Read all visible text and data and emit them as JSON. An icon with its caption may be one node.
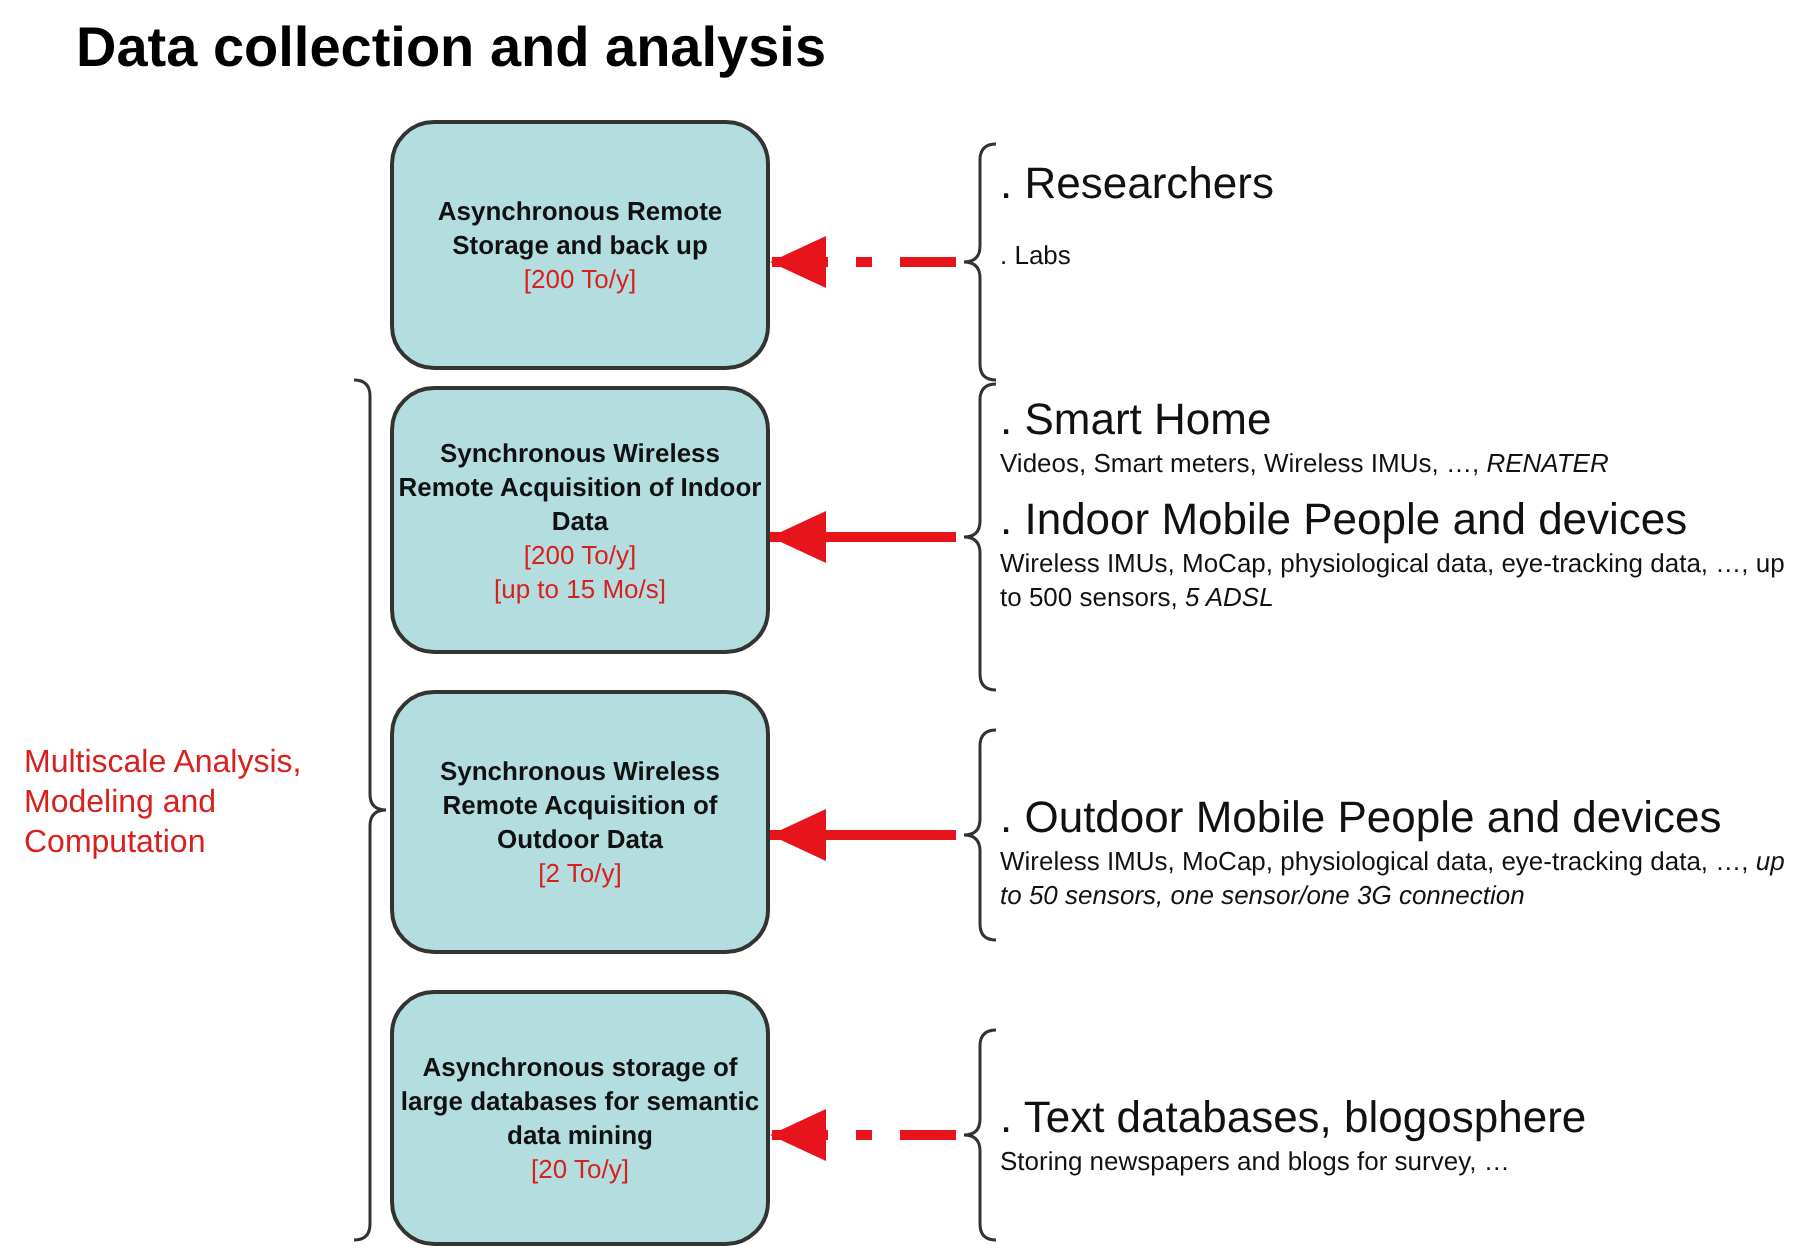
{
  "diagram": {
    "title": "Data collection and analysis",
    "nodes": [
      {
        "text": [
          "Asynchronous Remote Storage and back up",
          "[200 To/y]"
        ]
      },
      {
        "text": [
          "Synchronous Wireless Remote Acquisition of Indoor Data",
          "[200 To/y]",
          "[up to 15 Mo/s]"
        ]
      },
      {
        "text": [
          "Synchronous Wireless Remote Acquisition of Outdoor Data",
          "[2 To/y]"
        ]
      },
      {
        "text": [
          "Asynchronous storage of large databases for semantic data mining",
          "[20 To/y]"
        ]
      },
      {
        "text": [
          ". Researchers",
          ". Labs"
        ]
      },
      {
        "text": [
          ". Smart Home",
          "Videos, Smart meters, Wireless IMUs, …, *RENATER*",
          ". Indoor Mobile People and devices",
          "Wireless IMUs, MoCap, physiological data, eye-tracking data, …, up to 500 sensors, *5 ADSL*"
        ]
      },
      {
        "text": [
          ". Outdoor Mobile People and devices",
          "Wireless IMUs, MoCap, physiological data, eye-tracking data, …, *up to 50 sensors, one sensor/one 3G connection*"
        ]
      },
      {
        "text": [
          ". Text databases, blogosphere",
          "Storing newspapers and blogs for survey, …"
        ]
      }
    ],
    "edges": [
      {
        "from": 4,
        "to": 0,
        "arrow": "to",
        "style": "dashed"
      },
      {
        "from": 5,
        "to": 1,
        "arrow": "to"
      },
      {
        "from": 6,
        "to": 2,
        "arrow": "to"
      },
      {
        "from": 7,
        "to": 3,
        "arrow": "to",
        "style": "dashed"
      }
    ],
    "labels": [
      "Multiscale Analysis, Modeling and Computation"
    ]
  }
}
